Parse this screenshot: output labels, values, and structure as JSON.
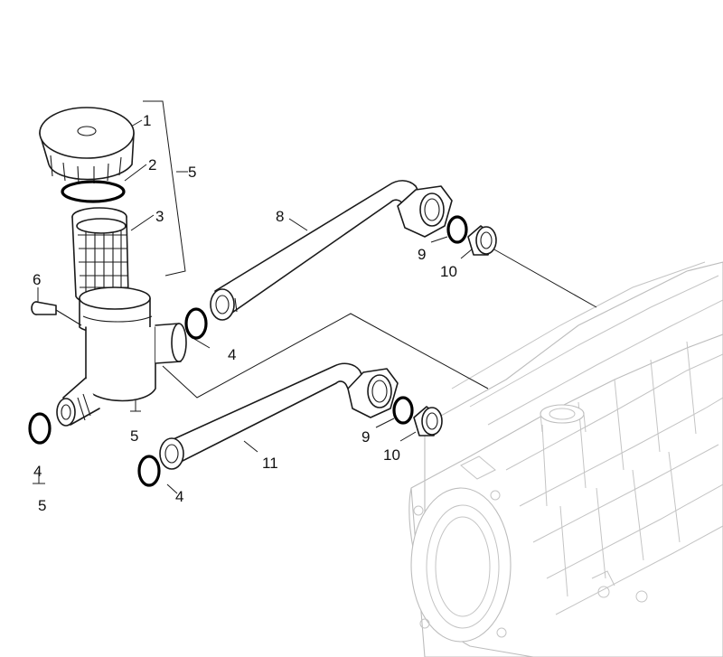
{
  "diagram": {
    "callouts": [
      {
        "id": "c1",
        "label": "1"
      },
      {
        "id": "c2",
        "label": "2"
      },
      {
        "id": "c3",
        "label": "3"
      },
      {
        "id": "c5a",
        "label": "5"
      },
      {
        "id": "c6",
        "label": "6"
      },
      {
        "id": "c4a",
        "label": "4"
      },
      {
        "id": "c5b",
        "label": "5"
      },
      {
        "id": "c4b",
        "label": "4"
      },
      {
        "id": "c5c",
        "label": "5"
      },
      {
        "id": "c8",
        "label": "8"
      },
      {
        "id": "c9a",
        "label": "9"
      },
      {
        "id": "c10a",
        "label": "10"
      },
      {
        "id": "c9b",
        "label": "9"
      },
      {
        "id": "c10b",
        "label": "10"
      },
      {
        "id": "c11",
        "label": "11"
      },
      {
        "id": "c4c",
        "label": "4"
      }
    ]
  }
}
